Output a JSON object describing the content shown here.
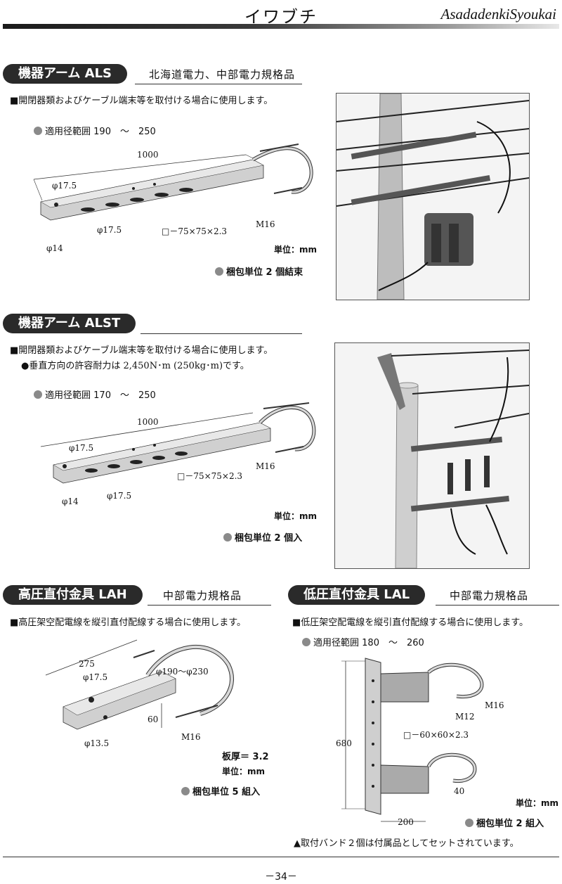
{
  "header": {
    "title": "イワブチ",
    "brand": "AsadadenkiSyoukai"
  },
  "sections": {
    "als": {
      "name": "機器アーム ALS",
      "subtitle": "北海道電力、中部電力規格品",
      "description": "■開閉器類およびケーブル端末等を取付ける場合に使用します。",
      "range_label": "適用径範囲",
      "range_text": "190　～　250",
      "dim_length": "1000",
      "dim_hole1": "φ17.5",
      "dim_hole2": "φ17.5",
      "dim_hole3": "φ14",
      "dim_section": "□－75×75×2.3",
      "dim_bolt": "M16",
      "unit": "単位：mm",
      "packing": "梱包単位 2 個結束"
    },
    "alst": {
      "name": "機器アーム ALST",
      "description": "■開閉器類およびケーブル端末等を取付ける場合に使用します。",
      "note": "●垂直方向の許容耐力は 2,450N･m (250kg･m)です。",
      "range_label": "適用径範囲",
      "range_text": "170　～　250",
      "dim_length": "1000",
      "dim_hole1": "φ17.5",
      "dim_hole2": "φ17.5",
      "dim_hole3": "φ14",
      "dim_section": "□－75×75×2.3",
      "dim_bolt": "M16",
      "unit": "単位：mm",
      "packing": "梱包単位 2 個入"
    },
    "lah": {
      "name": "高圧直付金具 LAH",
      "subtitle": "中部電力規格品",
      "description": "■高圧架空配電線を縦引直付配線する場合に使用します。",
      "dim_length": "275",
      "dim_hole1": "φ17.5",
      "dim_band": "φ190～φ230",
      "dim_height": "60",
      "dim_bolt": "M16",
      "dim_hole2": "φ13.5",
      "thickness": "板厚＝ 3.2",
      "unit": "単位：mm",
      "packing": "梱包単位 5 組入"
    },
    "lal": {
      "name": "低圧直付金具 LAL",
      "subtitle": "中部電力規格品",
      "description": "■低圧架空配電線を縦引直付配線する場合に使用します。",
      "range_label": "適用径範囲",
      "range_text": "180　～　260",
      "dim_m16": "M16",
      "dim_m12": "M12",
      "dim_section": "□－60×60×2.3",
      "dim_length": "680",
      "dim_40": "40",
      "dim_200": "200",
      "unit": "単位：mm",
      "packing": "梱包単位 2 組入",
      "footnote": "▲取付バンド２個は付属品としてセットされています。"
    }
  },
  "footer": {
    "page_number": "－34－"
  }
}
